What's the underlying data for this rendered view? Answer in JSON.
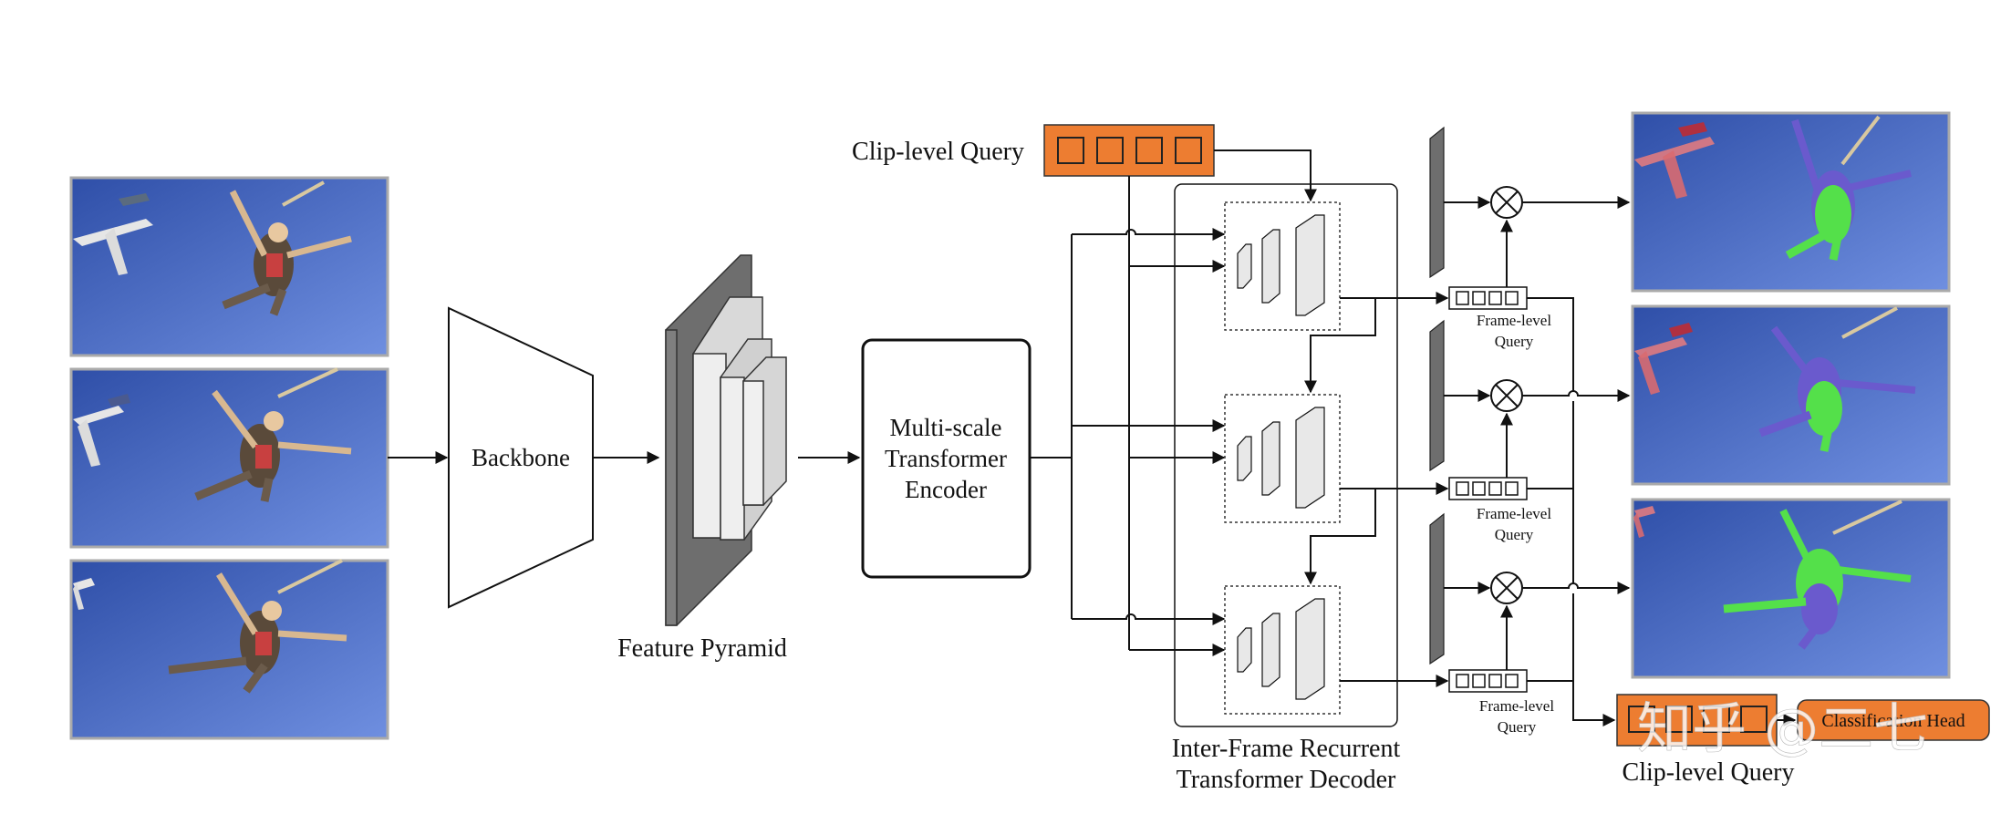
{
  "labels": {
    "backbone": "Backbone",
    "feature_pyramid": "Feature Pyramid",
    "encoder_line1": "Multi-scale",
    "encoder_line2": "Transformer",
    "encoder_line3": "Encoder",
    "clip_query_top": "Clip-level Query",
    "decoder_line1": "Inter-Frame Recurrent",
    "decoder_line2": "Transformer Decoder",
    "frame_query_line1": "Frame-level",
    "frame_query_line2": "Query",
    "clip_query_bottom": "Clip-level Query",
    "classification_head": "Classification Head",
    "watermark": "知乎 @二七"
  },
  "colors": {
    "query_orange": "#ED7D31",
    "sky_blue": "#3d5fb8",
    "dark_gray": "#7f7f7f",
    "light_gray": "#e8e8e8",
    "mask_green": "#54e04a",
    "mask_purple": "#6a5acd",
    "mask_red": "#e0505a"
  },
  "icons": {
    "multiply": "circle-times-icon"
  },
  "frames": 3
}
